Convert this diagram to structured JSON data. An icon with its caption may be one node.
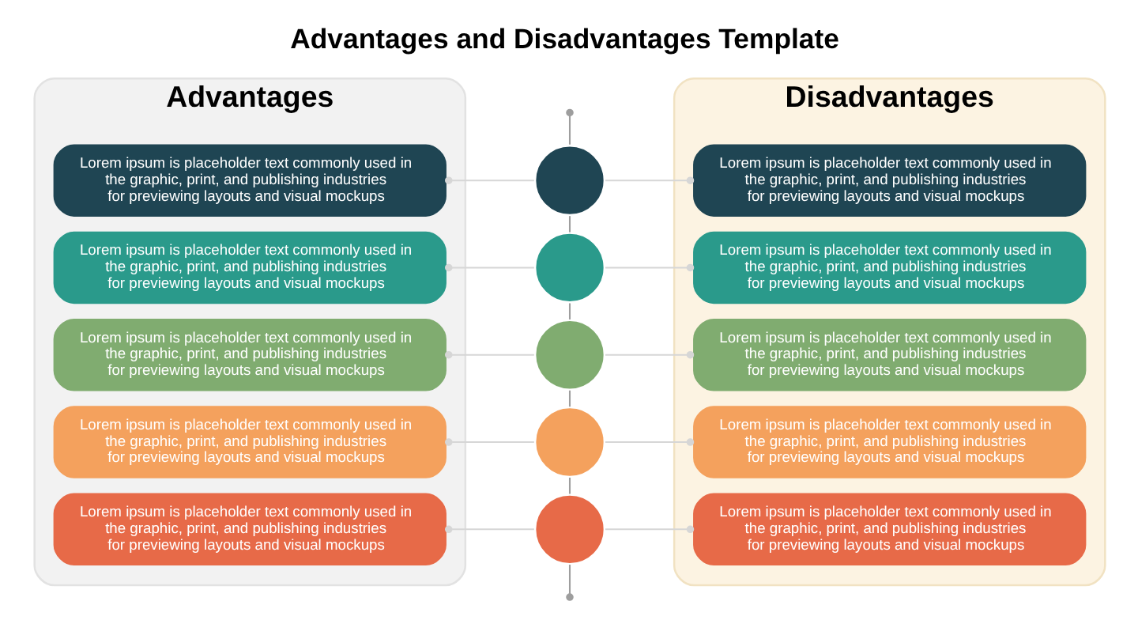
{
  "diagram": {
    "title": "Advantages and Disadvantages Template",
    "nodes": [
      {
        "text": [
          "Advantages"
        ]
      },
      {
        "text": [
          "Lorem ipsum is placeholder text commonly used in the graphic, print, and publishing industries for previewing layouts and visual mockups"
        ],
        "in": 0
      },
      {
        "text": [
          "Lorem ipsum is placeholder text commonly used in the graphic, print, and publishing industries for previewing layouts and visual mockups"
        ],
        "in": 0
      },
      {
        "text": [
          "Lorem ipsum is placeholder text commonly used in the graphic, print, and publishing industries for previewing layouts and visual mockups"
        ],
        "in": 0
      },
      {
        "text": [
          "Lorem ipsum is placeholder text commonly used in the graphic, print, and publishing industries for previewing layouts and visual mockups"
        ],
        "in": 0
      },
      {
        "text": [
          "Lorem ipsum is placeholder text commonly used in the graphic, print, and publishing industries for previewing layouts and visual mockups"
        ],
        "in": 0
      },
      {
        "text": [],
        "shape": "circle"
      },
      {
        "text": [],
        "shape": "circle"
      },
      {
        "text": [],
        "shape": "circle"
      },
      {
        "text": [],
        "shape": "circle"
      },
      {
        "text": [],
        "shape": "circle"
      },
      {
        "text": [
          "Disadvantages"
        ]
      },
      {
        "text": [
          "Lorem ipsum is placeholder text commonly used in the graphic, print, and publishing industries for previewing layouts and visual mockups"
        ],
        "in": 11
      },
      {
        "text": [
          "Lorem ipsum is placeholder text commonly used in the graphic, print, and publishing industries for previewing layouts and visual mockups"
        ],
        "in": 11
      },
      {
        "text": [
          "Lorem ipsum is placeholder text commonly used in the graphic, print, and publishing industries for previewing layouts and visual mockups"
        ],
        "in": 11
      },
      {
        "text": [
          "Lorem ipsum is placeholder text commonly used in the graphic, print, and publishing industries for previewing layouts and visual mockups"
        ],
        "in": 11
      },
      {
        "text": [
          "Lorem ipsum is placeholder text commonly used in the graphic, print, and publishing industries for previewing layouts and visual mockups"
        ],
        "in": 11
      }
    ],
    "edges": [
      {
        "from": null,
        "to": 6,
        "arrow": "other",
        "color": "#9e9e9e"
      },
      {
        "from": 1,
        "to": 6,
        "arrow": "other"
      },
      {
        "from": 6,
        "to": 12,
        "arrow": "other"
      },
      {
        "from": 6,
        "to": 7,
        "arrow": "none",
        "color": "#9e9e9e"
      },
      {
        "from": 2,
        "to": 7,
        "arrow": "other"
      },
      {
        "from": 7,
        "to": 13,
        "arrow": "other"
      },
      {
        "from": 7,
        "to": 8,
        "arrow": "none",
        "color": "#9e9e9e"
      },
      {
        "from": 3,
        "to": 8,
        "arrow": "other"
      },
      {
        "from": 8,
        "to": 14,
        "arrow": "other"
      },
      {
        "from": 8,
        "to": 9,
        "arrow": "none",
        "color": "#9e9e9e"
      },
      {
        "from": 4,
        "to": 9,
        "arrow": "other"
      },
      {
        "from": 9,
        "to": 15,
        "arrow": "other"
      },
      {
        "from": 9,
        "to": 10,
        "arrow": "none",
        "color": "#9e9e9e"
      },
      {
        "from": 5,
        "to": 10,
        "arrow": "other"
      },
      {
        "from": 10,
        "to": 16,
        "arrow": "other"
      },
      {
        "from": 10,
        "to": null,
        "arrow": "other",
        "color": "#9e9e9e"
      }
    ]
  }
}
